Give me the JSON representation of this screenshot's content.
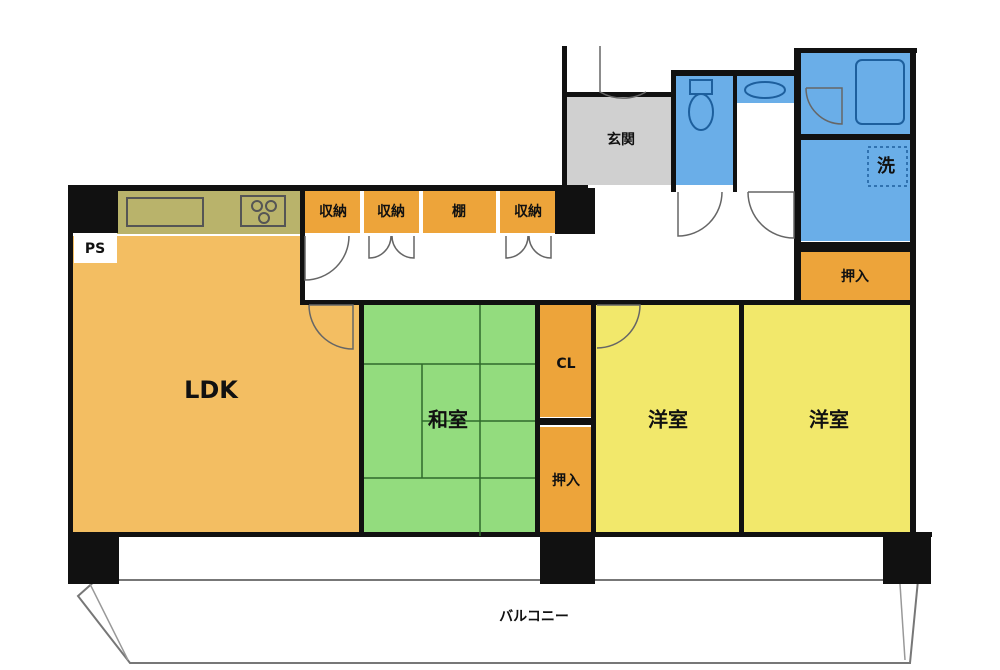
{
  "floorplan": {
    "labels": {
      "ldk": "LDK",
      "washitsu": "和室",
      "cl": "CL",
      "oshiire_left": "押入",
      "yoshitsu_1": "洋室",
      "yoshitsu_2": "洋室",
      "genkan": "玄関",
      "sen": "洗",
      "oshiire_right": "押入",
      "shuno_1": "収納",
      "shuno_2": "収納",
      "tana": "棚",
      "shuno_3": "収納",
      "ps": "PS",
      "balcony": "バルコニー"
    },
    "colors": {
      "ldk": "#f3be62",
      "washitsu": "#93dc7e",
      "yoshitsu": "#f2e86b",
      "storage": "#eda43a",
      "genkan": "#d0d0d0",
      "wet": "#6aaee8",
      "kitchen": "#b9b36b",
      "wall": "#111111"
    }
  }
}
